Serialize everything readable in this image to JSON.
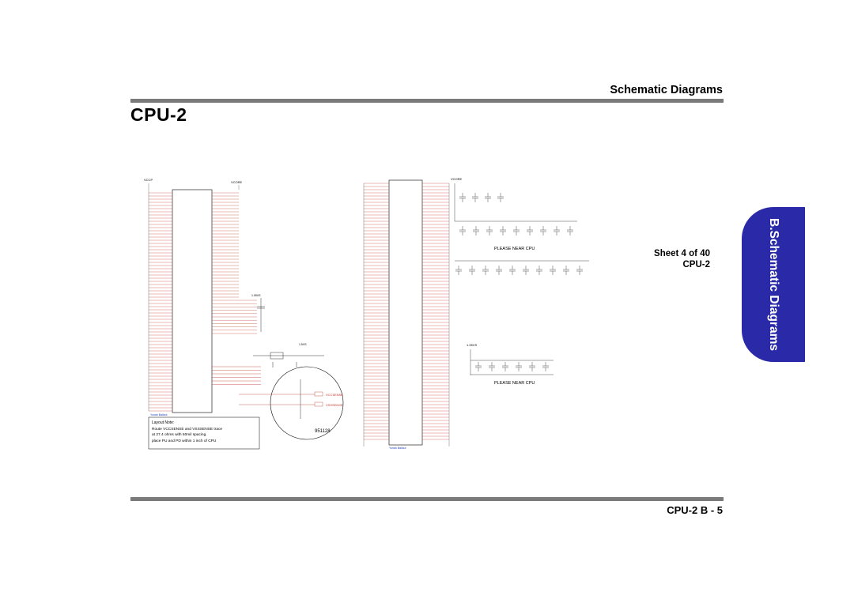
{
  "header": {
    "title": "Schematic  Diagrams"
  },
  "page_title": "CPU-2",
  "side_tab": {
    "label": "B.Schematic Diagrams",
    "color": "#2a2aa8"
  },
  "sheet": {
    "line1": "Sheet 4 of 40",
    "line2": "CPU-2"
  },
  "footer": {
    "label": "CPU-2  B  -  5"
  },
  "schematic": {
    "left_power_label": "VCORE",
    "left_power_label2": "VCCP",
    "left_notes_title": "Layout Note:",
    "left_notes_line1": "Route VCCSENSE and VSSSENSE trace",
    "left_notes_line2": "at 27.4 ohms with 50mil spacing.",
    "left_notes_line3": "place PU and PD within 1 inch of CPU",
    "circle_label": "951128",
    "sense1": "VCCSENSE",
    "sense2": "VSSSENSE",
    "please_near_cpu_1": "PLEASE NEAR CPU",
    "please_near_cpu_2": "PLEASE NEAR CPU",
    "right_rail_1": "VCORE",
    "right_rail_2": "1.05VS",
    "mid_rail": "1.5VS",
    "bottom_label_left": "Yonah Ballout",
    "bottom_label_mid": "Yonah Ballout"
  }
}
